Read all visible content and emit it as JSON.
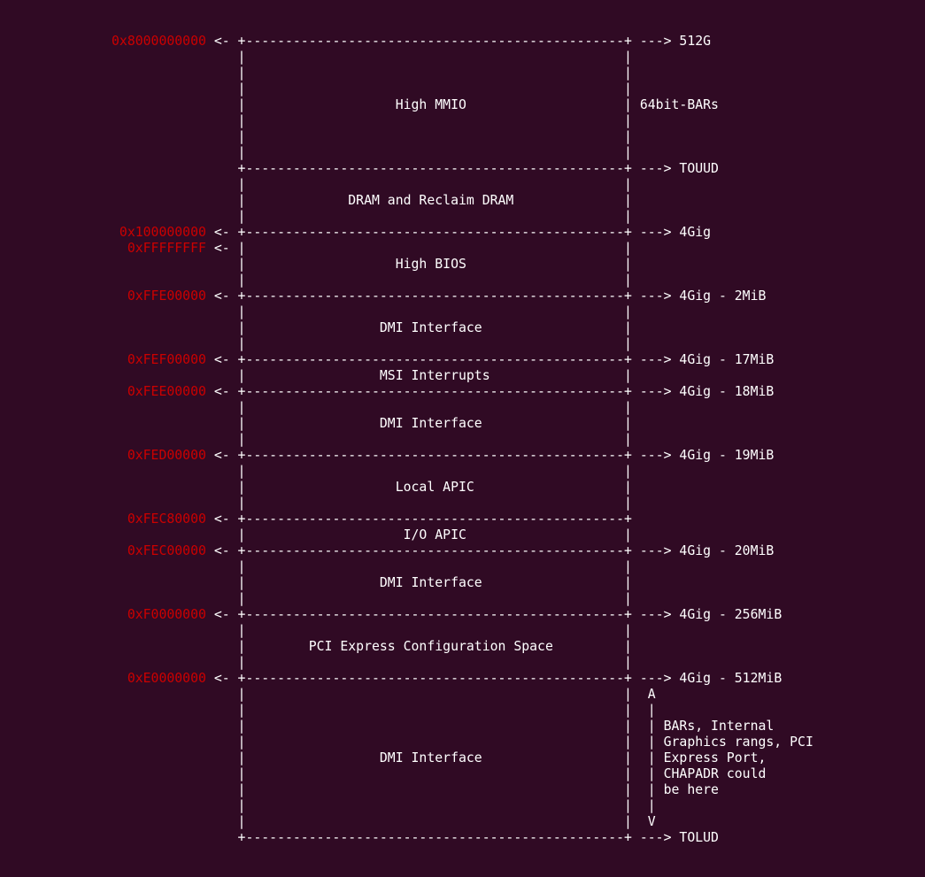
{
  "lines": [
    {
      "addr": "0x8000000000",
      "rest": " <- +------------------------------------------------+ ---> 512G"
    },
    {
      "addr": "",
      "rest": "                |                                                |"
    },
    {
      "addr": "",
      "rest": "                |                                                |"
    },
    {
      "addr": "",
      "rest": "                |                                                |"
    },
    {
      "addr": "",
      "rest": "                |                   High MMIO                    | 64bit-BARs"
    },
    {
      "addr": "",
      "rest": "                |                                                |"
    },
    {
      "addr": "",
      "rest": "                |                                                |"
    },
    {
      "addr": "",
      "rest": "                |                                                |"
    },
    {
      "addr": "",
      "rest": "                +------------------------------------------------+ ---> TOUUD"
    },
    {
      "addr": "",
      "rest": "                |                                                |"
    },
    {
      "addr": "",
      "rest": "                |             DRAM and Reclaim DRAM              |"
    },
    {
      "addr": "",
      "rest": "                |                                                |"
    },
    {
      "addr": " 0x100000000",
      "rest": " <- +------------------------------------------------+ ---> 4Gig"
    },
    {
      "addr": "  0xFFFFFFFF",
      "rest": " <- |                                                |"
    },
    {
      "addr": "",
      "rest": "                |                   High BIOS                    |"
    },
    {
      "addr": "",
      "rest": "                |                                                |"
    },
    {
      "addr": "  0xFFE00000",
      "rest": " <- +------------------------------------------------+ ---> 4Gig - 2MiB"
    },
    {
      "addr": "",
      "rest": "                |                                                |"
    },
    {
      "addr": "",
      "rest": "                |                 DMI Interface                  |"
    },
    {
      "addr": "",
      "rest": "                |                                                |"
    },
    {
      "addr": "  0xFEF00000",
      "rest": " <- +------------------------------------------------+ ---> 4Gig - 17MiB"
    },
    {
      "addr": "",
      "rest": "                |                 MSI Interrupts                 |"
    },
    {
      "addr": "  0xFEE00000",
      "rest": " <- +------------------------------------------------+ ---> 4Gig - 18MiB"
    },
    {
      "addr": "",
      "rest": "                |                                                |"
    },
    {
      "addr": "",
      "rest": "                |                 DMI Interface                  |"
    },
    {
      "addr": "",
      "rest": "                |                                                |"
    },
    {
      "addr": "  0xFED00000",
      "rest": " <- +------------------------------------------------+ ---> 4Gig - 19MiB"
    },
    {
      "addr": "",
      "rest": "                |                                                |"
    },
    {
      "addr": "",
      "rest": "                |                   Local APIC                   |"
    },
    {
      "addr": "",
      "rest": "                |                                                |"
    },
    {
      "addr": "  0xFEC80000",
      "rest": " <- +------------------------------------------------+"
    },
    {
      "addr": "",
      "rest": "                |                    I/O APIC                    |"
    },
    {
      "addr": "  0xFEC00000",
      "rest": " <- +------------------------------------------------+ ---> 4Gig - 20MiB"
    },
    {
      "addr": "",
      "rest": "                |                                                |"
    },
    {
      "addr": "",
      "rest": "                |                 DMI Interface                  |"
    },
    {
      "addr": "",
      "rest": "                |                                                |"
    },
    {
      "addr": "  0xF0000000",
      "rest": " <- +------------------------------------------------+ ---> 4Gig - 256MiB"
    },
    {
      "addr": "",
      "rest": "                |                                                |"
    },
    {
      "addr": "",
      "rest": "                |        PCI Express Configuration Space         |"
    },
    {
      "addr": "",
      "rest": "                |                                                |"
    },
    {
      "addr": "  0xE0000000",
      "rest": " <- +------------------------------------------------+ ---> 4Gig - 512MiB"
    },
    {
      "addr": "",
      "rest": "                |                                                |  A"
    },
    {
      "addr": "",
      "rest": "                |                                                |  |"
    },
    {
      "addr": "",
      "rest": "                |                                                |  | BARs, Internal"
    },
    {
      "addr": "",
      "rest": "                |                                                |  | Graphics rangs, PCI"
    },
    {
      "addr": "",
      "rest": "                |                 DMI Interface                  |  | Express Port,"
    },
    {
      "addr": "",
      "rest": "                |                                                |  | CHAPADR could"
    },
    {
      "addr": "",
      "rest": "                |                                                |  | be here"
    },
    {
      "addr": "",
      "rest": "                |                                                |  |"
    },
    {
      "addr": "",
      "rest": "                |                                                |  V"
    },
    {
      "addr": "",
      "rest": "                +------------------------------------------------+ ---> TOLUD"
    }
  ],
  "colors": {
    "background": "#300a24",
    "text": "#ffffff",
    "address": "#cc0000"
  }
}
